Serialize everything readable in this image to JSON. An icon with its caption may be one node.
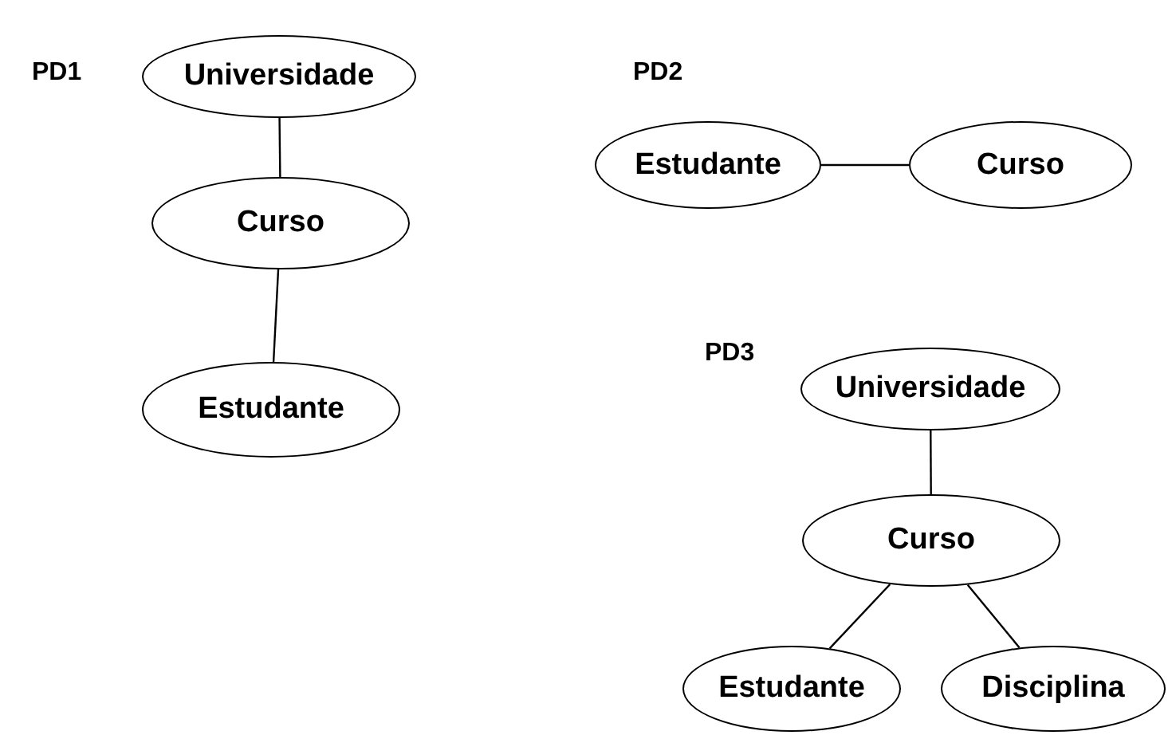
{
  "diagram": {
    "nodes": [
      {
        "text": [
          "Universidade"
        ]
      },
      {
        "text": [
          "Curso"
        ]
      },
      {
        "text": [
          "Estudante"
        ]
      },
      {
        "text": [
          "Estudante"
        ]
      },
      {
        "text": [
          "Curso"
        ]
      },
      {
        "text": [
          "Universidade"
        ]
      },
      {
        "text": [
          "Curso"
        ]
      },
      {
        "text": [
          "Estudante"
        ]
      },
      {
        "text": [
          "Disciplina"
        ]
      }
    ],
    "edges": [
      {
        "from": 0,
        "to": 1,
        "arrow": "none"
      },
      {
        "from": 1,
        "to": 2,
        "arrow": "none"
      },
      {
        "from": 3,
        "to": 4,
        "arrow": "none"
      },
      {
        "from": 5,
        "to": 6,
        "arrow": "none"
      },
      {
        "from": 6,
        "to": 7,
        "arrow": "none"
      },
      {
        "from": 6,
        "to": 8,
        "arrow": "none"
      }
    ],
    "labels": [
      "PD1",
      "PD2",
      "PD3"
    ]
  }
}
